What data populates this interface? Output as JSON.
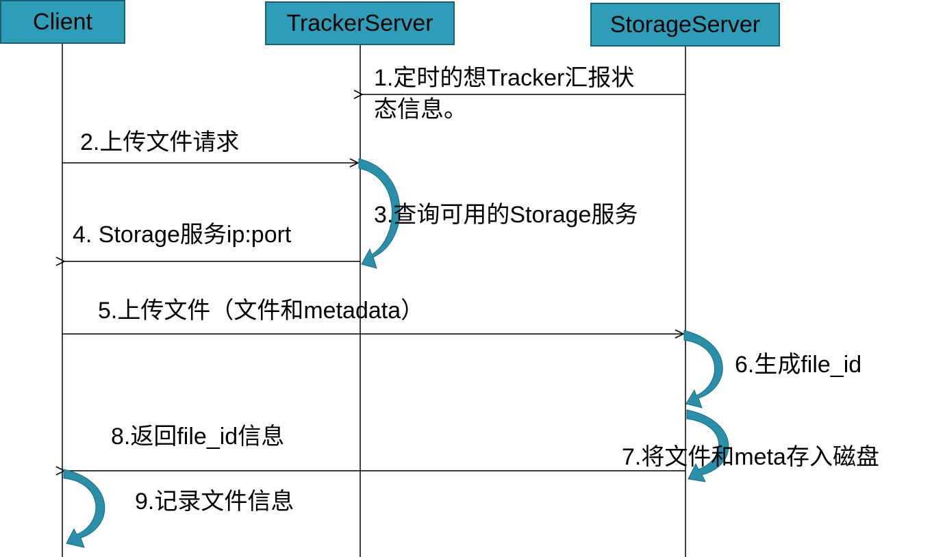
{
  "actors": {
    "client": "Client",
    "tracker": "TrackerServer",
    "storage": "StorageServer"
  },
  "messages": {
    "m1_line1": "1.定时的想Tracker汇报状",
    "m1_line2": "态信息。",
    "m2": "2.上传文件请求",
    "m3": "3.查询可用的Storage服务",
    "m4": "4. Storage服务ip:port",
    "m5": "5.上传文件（文件和metadata）",
    "m6": "6.生成file_id",
    "m7": "7.将文件和meta存入磁盘",
    "m8": "8.返回file_id信息",
    "m9": "9.记录文件信息"
  },
  "colors": {
    "actor_fill": "#2e9db8",
    "actor_border": "#1b5f72",
    "self_arrow": "#2a8fa8",
    "line": "#000000"
  }
}
